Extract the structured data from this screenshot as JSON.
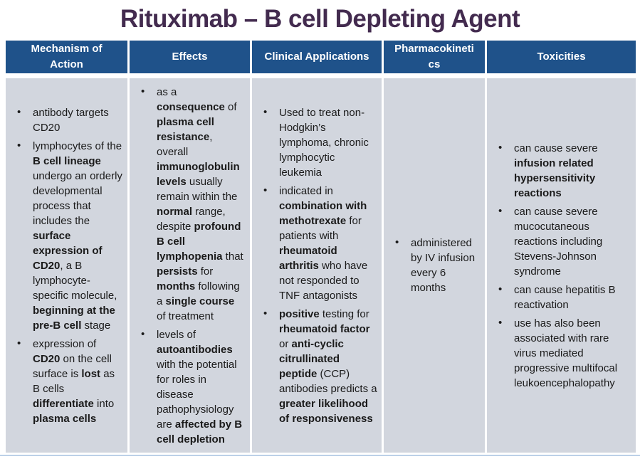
{
  "title": "Rituximab – B cell Depleting Agent",
  "icons": {
    "bullet": "•"
  },
  "colors": {
    "title": "#432B4F",
    "header_bg": "#1F528A",
    "header_text": "#FFFFFF",
    "body_bg": "#D2D6DE",
    "body_text": "#1A1A1A",
    "bottom_line": "#BCD1E8"
  },
  "table": {
    "columns": [
      {
        "header": "Mechanism of\nAction",
        "bullets": [
          [
            {
              "t": "antibody targets CD20",
              "b": false
            }
          ],
          [
            {
              "t": "lymphocytes of the ",
              "b": false
            },
            {
              "t": "B cell lineage",
              "b": true
            },
            {
              "t": " undergo an orderly developmental process that includes the ",
              "b": false
            },
            {
              "t": "surface expression of CD20",
              "b": true
            },
            {
              "t": ", a B lymphocyte-specific molecule, ",
              "b": false
            },
            {
              "t": "beginning at the pre-B cell",
              "b": true
            },
            {
              "t": " stage",
              "b": false
            }
          ],
          [
            {
              "t": "expression of ",
              "b": false
            },
            {
              "t": "CD20",
              "b": true
            },
            {
              "t": " on the cell surface is ",
              "b": false
            },
            {
              "t": "lost",
              "b": true
            },
            {
              "t": " as B cells ",
              "b": false
            },
            {
              "t": "differentiate",
              "b": true
            },
            {
              "t": " into ",
              "b": false
            },
            {
              "t": "plasma cells",
              "b": true
            }
          ]
        ]
      },
      {
        "header": "Effects",
        "bullets": [
          [
            {
              "t": "as a ",
              "b": false
            },
            {
              "t": "consequence",
              "b": true
            },
            {
              "t": " of ",
              "b": false
            },
            {
              "t": "plasma cell resistance",
              "b": true
            },
            {
              "t": ", overall ",
              "b": false
            },
            {
              "t": "immunoglobulin levels",
              "b": true
            },
            {
              "t": " usually remain within the ",
              "b": false
            },
            {
              "t": "normal",
              "b": true
            },
            {
              "t": " range, despite ",
              "b": false
            },
            {
              "t": "profound B cell lymphopenia",
              "b": true
            },
            {
              "t": " that ",
              "b": false
            },
            {
              "t": "persists",
              "b": true
            },
            {
              "t": " for ",
              "b": false
            },
            {
              "t": "months",
              "b": true
            },
            {
              "t": " following a ",
              "b": false
            },
            {
              "t": "single course",
              "b": true
            },
            {
              "t": " of treatment",
              "b": false
            }
          ],
          [
            {
              "t": "levels of ",
              "b": false
            },
            {
              "t": "autoantibodies",
              "b": true
            },
            {
              "t": " with the potential for roles in disease pathophysiology are ",
              "b": false
            },
            {
              "t": "affected by B cell depletion",
              "b": true
            }
          ]
        ]
      },
      {
        "header": "Clinical Applications",
        "bullets": [
          [
            {
              "t": "Used to treat non-Hodgkin’s lymphoma, chronic lymphocytic leukemia",
              "b": false
            }
          ],
          [
            {
              "t": "indicated in ",
              "b": false
            },
            {
              "t": "combination with methotrexate",
              "b": true
            },
            {
              "t": " for patients with ",
              "b": false
            },
            {
              "t": "rheumatoid arthritis",
              "b": true
            },
            {
              "t": " who have not responded to TNF antagonists",
              "b": false
            }
          ],
          [
            {
              "t": "positive",
              "b": true
            },
            {
              "t": " testing for ",
              "b": false
            },
            {
              "t": "rheumatoid factor",
              "b": true
            },
            {
              "t": " or ",
              "b": false
            },
            {
              "t": "anti-cyclic citrullinated peptide",
              "b": true
            },
            {
              "t": " (CCP) antibodies predicts a ",
              "b": false
            },
            {
              "t": "greater likelihood of responsiveness",
              "b": true
            }
          ]
        ]
      },
      {
        "header": "Pharmacokineti\ncs",
        "bullets": [
          [
            {
              "t": "administered by IV infusion every 6 months",
              "b": false
            }
          ]
        ]
      },
      {
        "header": "Toxicities",
        "bullets": [
          [
            {
              "t": "can cause severe ",
              "b": false
            },
            {
              "t": "infusion related hypersensitivity reactions",
              "b": true
            }
          ],
          [
            {
              "t": "can cause severe mucocutaneous reactions including Stevens-Johnson syndrome",
              "b": false
            }
          ],
          [
            {
              "t": "can cause hepatitis B reactivation",
              "b": false
            }
          ],
          [
            {
              "t": "use has also been associated with rare virus mediated progressive multifocal leukoencephalopathy",
              "b": false
            }
          ]
        ]
      }
    ]
  }
}
